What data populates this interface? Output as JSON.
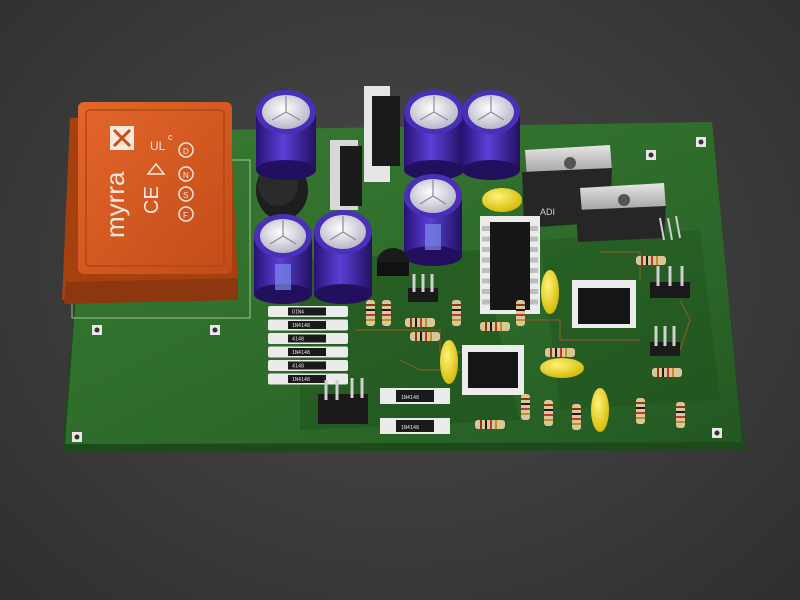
{
  "transformer": {
    "brand": "myrra",
    "marks": [
      "CE",
      "F",
      "S",
      "N",
      "D",
      "UL",
      "c"
    ]
  },
  "ics": {
    "dip16": {
      "pins": 16
    },
    "dip8_a": {
      "pins": 8
    },
    "dip8_b": {
      "pins": 8
    }
  },
  "regulator": {
    "marking": "ADI"
  },
  "diodes": {
    "labels": [
      "DIN4",
      "1N4148",
      "4148",
      "1N4148",
      "4148",
      "1N4148"
    ]
  },
  "small_diodes": {
    "labels": [
      "1N4148",
      "1N4148"
    ]
  },
  "colors": {
    "pcb": "#2f6b2c",
    "transformer": "#d4571f",
    "capacitor": "#3b1d9e",
    "background": "#3f3f3f"
  }
}
